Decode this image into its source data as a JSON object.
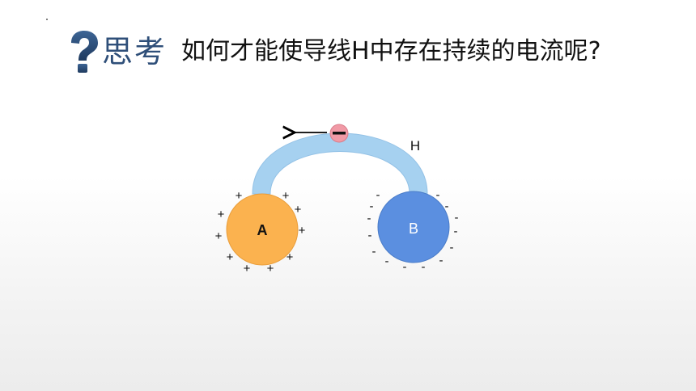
{
  "header": {
    "icon": "question-mark-icon",
    "think_label": "思考",
    "question": "如何才能使导线H中存在持续的电流呢?"
  },
  "diagram": {
    "wire_label": "H",
    "sphere_a": {
      "label": "A",
      "charge_symbol": "+",
      "color": "#fbb24f"
    },
    "sphere_b": {
      "label": "B",
      "charge_symbol": "-",
      "color": "#5b8fe0"
    },
    "electron": {
      "symbol": "−",
      "color": "#f19aa6"
    },
    "wire_color": "#a6d1f0",
    "arrow_direction": "left"
  }
}
